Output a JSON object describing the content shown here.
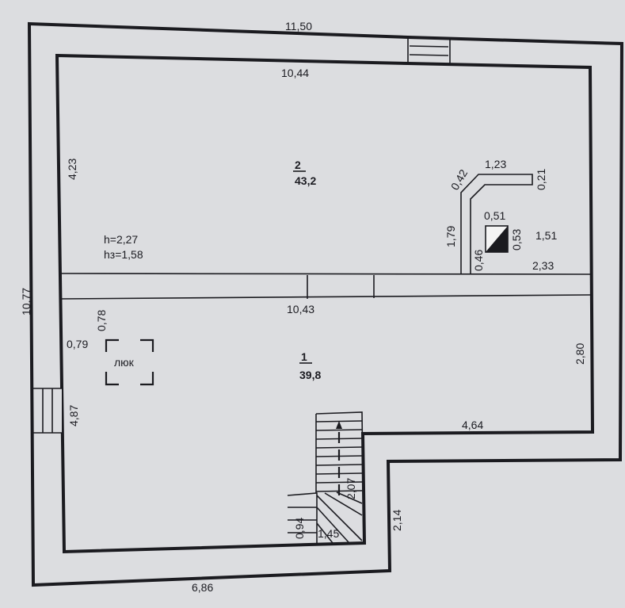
{
  "plan": {
    "rooms": [
      {
        "number": "2",
        "area": "43,2"
      },
      {
        "number": "1",
        "area": "39,8"
      }
    ],
    "dimensions": {
      "top_outer": "11,50",
      "top_inner": "10,44",
      "left_outer": "10,77",
      "room2_left": "4,23",
      "middle_wall": "10,43",
      "chimney_top": "1,23",
      "chimney_left_top": "0,42",
      "chimney_right_top": "0,21",
      "chimney_left": "1,79",
      "flue_width": "0,51",
      "flue_height": "0,53",
      "flue_bottom": "0,46",
      "right_upper": "1,51",
      "right_wall_bottom": "2,33",
      "right_lower": "2,80",
      "hatch_top": "0,78",
      "hatch_left": "0,79",
      "left_lower": "4,87",
      "step_inner": "4,64",
      "stair_length": "2,07",
      "stair_small": "0,94",
      "stair_width": "1,45",
      "step_outer": "2,14",
      "bottom_outer": "6,86"
    },
    "heights": {
      "h": "h=2,27",
      "hz": "hз=1,58"
    },
    "hatch_label": "люк"
  }
}
